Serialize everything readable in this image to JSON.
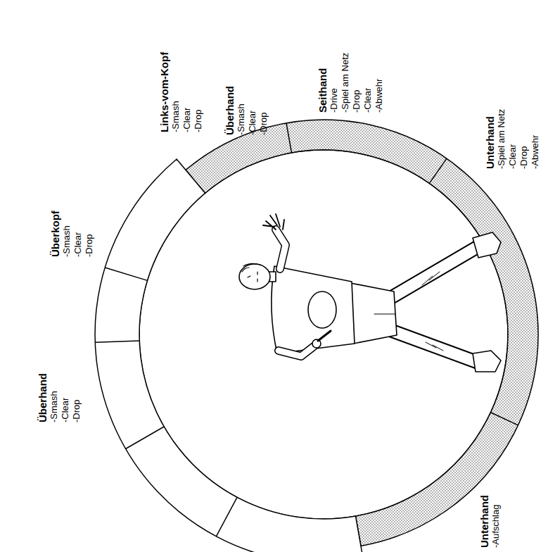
{
  "diagram": {
    "nodes": [
      {
        "text": [
          "Überhand",
          "-Smash",
          "-Clear",
          "-Drop"
        ]
      },
      {
        "text": [
          "Überkopf",
          "-Smash",
          "-Clear",
          "-Drop"
        ]
      },
      {
        "text": [
          "Links-vom-Kopf",
          "-Smash",
          "-Clear",
          "-Drop"
        ]
      },
      {
        "text": [
          "Überhand",
          "-Smash",
          "-Clear",
          "-Drop"
        ]
      },
      {
        "text": [
          "Seithand",
          "-Drive",
          "-Spiel am Netz",
          "-Drop",
          "-Clear",
          "-Abwehr"
        ]
      },
      {
        "text": [
          "Unterhand",
          "-Spiel am Netz",
          "-Clear",
          "-Drop",
          "-Abwehr"
        ]
      },
      {
        "text": [
          "Unterhand",
          "-Aufschlag"
        ]
      }
    ]
  }
}
